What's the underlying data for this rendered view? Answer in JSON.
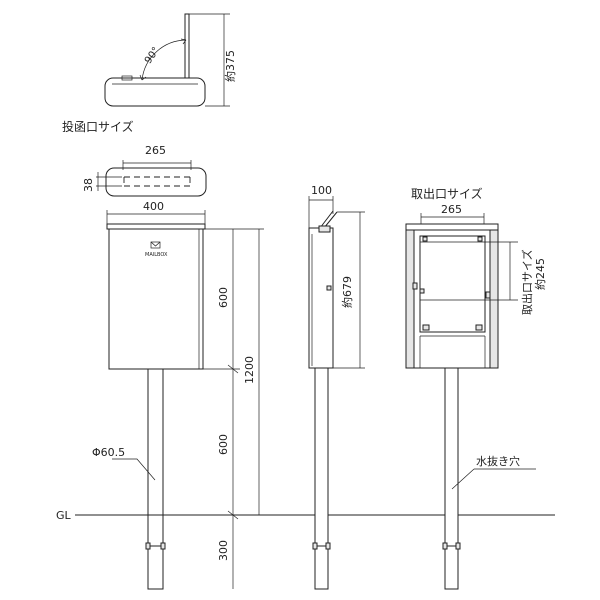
{
  "labels": {
    "lid_open_angle": "90°",
    "lid_open_height": "約375",
    "slot_title": "投函口サイズ",
    "slot_width": "265",
    "slot_height": "38",
    "box_width": "400",
    "box_height": "600",
    "post_height": "600",
    "total_height": "1200",
    "buried_depth": "300",
    "pipe_diameter": "Φ60.5",
    "ground_level": "GL",
    "side_depth": "100",
    "side_height": "約679",
    "rear_title": "取出口サイズ",
    "rear_width": "265",
    "rear_side_title": "取出口サイズ",
    "rear_height": "約245",
    "drain_hole": "水抜き穴",
    "logo_text": "MAILBOX"
  }
}
